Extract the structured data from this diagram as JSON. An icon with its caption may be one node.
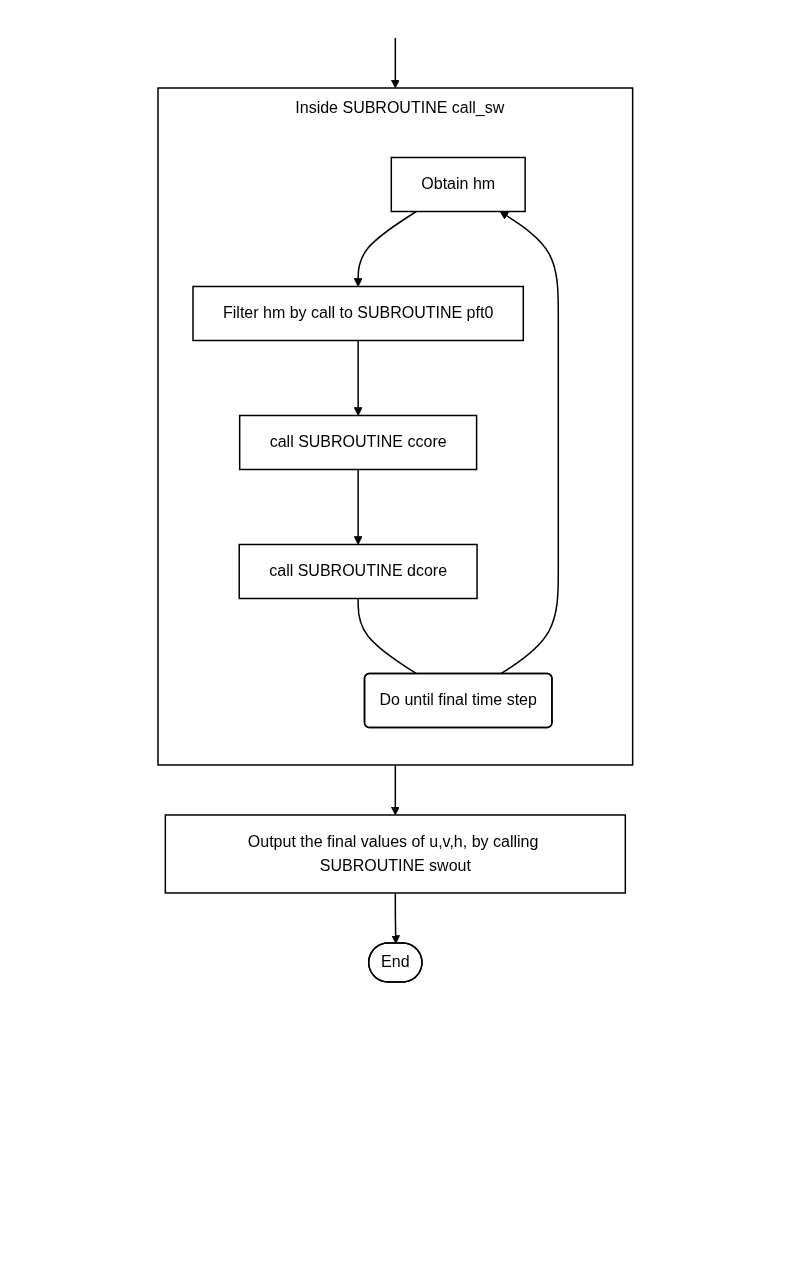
{
  "diagram": {
    "nodes": [
      {
        "text": [
          "Inside SUBROUTINE call_sw"
        ]
      },
      {
        "text": [
          "Obtain hm"
        ],
        "in": 0
      },
      {
        "text": [
          "Filter hm by call to SUBROUTINE pft0"
        ],
        "in": 0
      },
      {
        "text": [
          "call SUBROUTINE ccore"
        ],
        "in": 0
      },
      {
        "text": [
          "call SUBROUTINE dcore"
        ],
        "in": 0
      },
      {
        "text": [
          "Do until final time step"
        ],
        "in": 0
      },
      {
        "text": [
          "Output the final values of u,v,h, by calling SUBROUTINE swout"
        ]
      },
      {
        "text": [
          "End"
        ]
      }
    ],
    "edges": [
      {
        "from": null,
        "to": 0,
        "arrow": "to"
      },
      {
        "from": 1,
        "to": 2,
        "arrow": "to"
      },
      {
        "from": 2,
        "to": 3,
        "arrow": "to"
      },
      {
        "from": 3,
        "to": 4,
        "arrow": "to"
      },
      {
        "from": 4,
        "to": 5,
        "arrow": "none"
      },
      {
        "from": 5,
        "to": 1,
        "arrow": "to"
      },
      {
        "from": 0,
        "to": 6,
        "arrow": "to"
      },
      {
        "from": 6,
        "to": 7,
        "arrow": "to"
      }
    ]
  }
}
